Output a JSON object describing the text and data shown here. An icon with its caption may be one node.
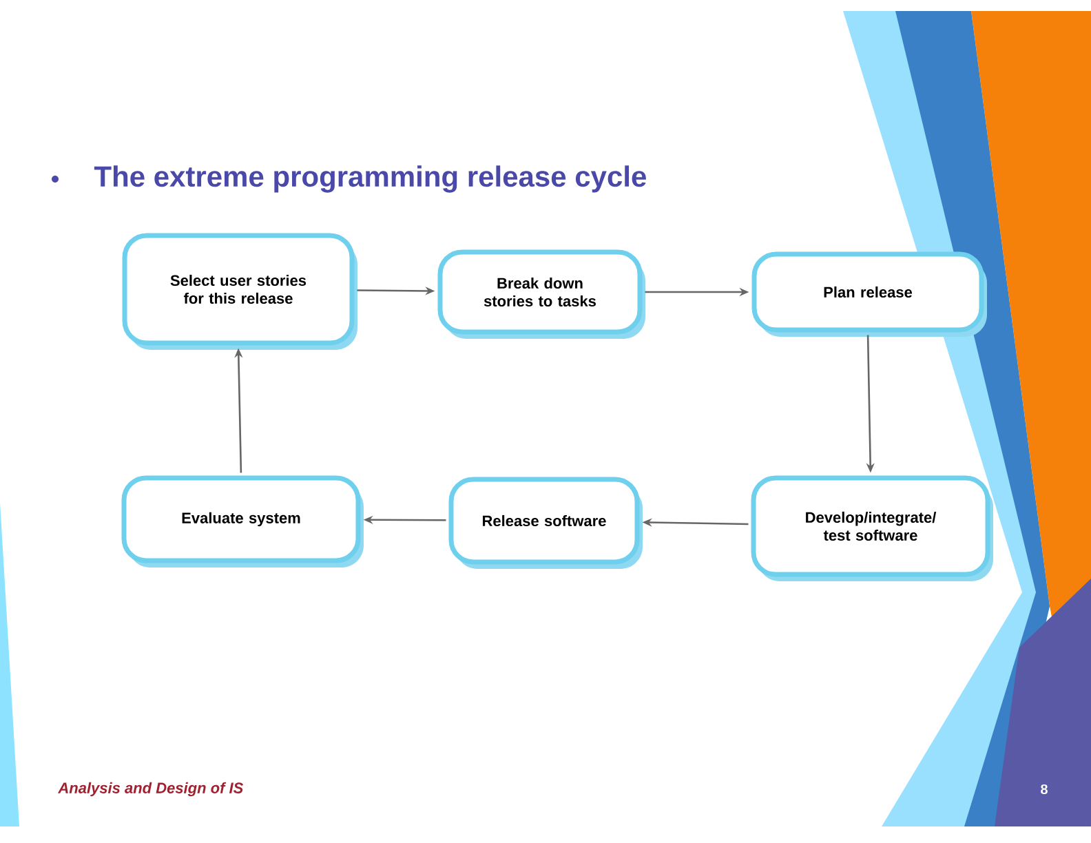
{
  "diagram": {
    "title": "The extreme programming release cycle",
    "nodes": [
      {
        "text": [
          "Select user stories for this release"
        ]
      },
      {
        "text": [
          "Break down stories to tasks"
        ]
      },
      {
        "text": [
          "Plan release"
        ]
      },
      {
        "text": [
          "Develop/integrate/ test software"
        ]
      },
      {
        "text": [
          "Release software"
        ]
      },
      {
        "text": [
          "Evaluate system"
        ]
      }
    ],
    "edges": [
      {
        "from": 0,
        "to": 1,
        "arrow": "to"
      },
      {
        "from": 1,
        "to": 2,
        "arrow": "to"
      },
      {
        "from": 2,
        "to": 3,
        "arrow": "to"
      },
      {
        "from": 3,
        "to": 4,
        "arrow": "to"
      },
      {
        "from": 4,
        "to": 5,
        "arrow": "to"
      },
      {
        "from": 5,
        "to": 0,
        "arrow": "to"
      }
    ],
    "labels": [
      "Analysis and Design of IS",
      "8"
    ]
  }
}
